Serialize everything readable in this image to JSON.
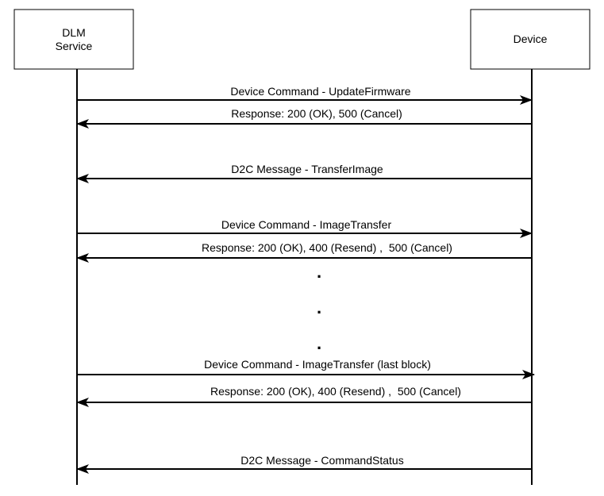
{
  "participants": {
    "left": {
      "lines": [
        "DLM",
        "Service"
      ]
    },
    "right": {
      "lines": [
        "Device"
      ]
    }
  },
  "messages": [
    {
      "label": "Device Command - UpdateFirmware",
      "from": "left",
      "to": "right"
    },
    {
      "label": "Response: 200 (OK), 500 (Cancel)",
      "from": "right",
      "to": "left"
    },
    {
      "label": "D2C Message - TransferImage",
      "from": "right",
      "to": "left"
    },
    {
      "label": "Device Command - ImageTransfer",
      "from": "left",
      "to": "right"
    },
    {
      "label": "Response: 200 (OK), 400 (Resend) ,  500 (Cancel)",
      "from": "right",
      "to": "left"
    },
    {
      "label": "Device Command - ImageTransfer (last block)",
      "from": "left",
      "to": "right"
    },
    {
      "label": "Response: 200 (OK), 400 (Resend) ,  500 (Cancel)",
      "from": "right",
      "to": "left"
    },
    {
      "label": "D2C Message - CommandStatus",
      "from": "right",
      "to": "left"
    }
  ],
  "ellipsis": ".",
  "colors": {
    "stroke": "#000000",
    "background": "#ffffff"
  }
}
